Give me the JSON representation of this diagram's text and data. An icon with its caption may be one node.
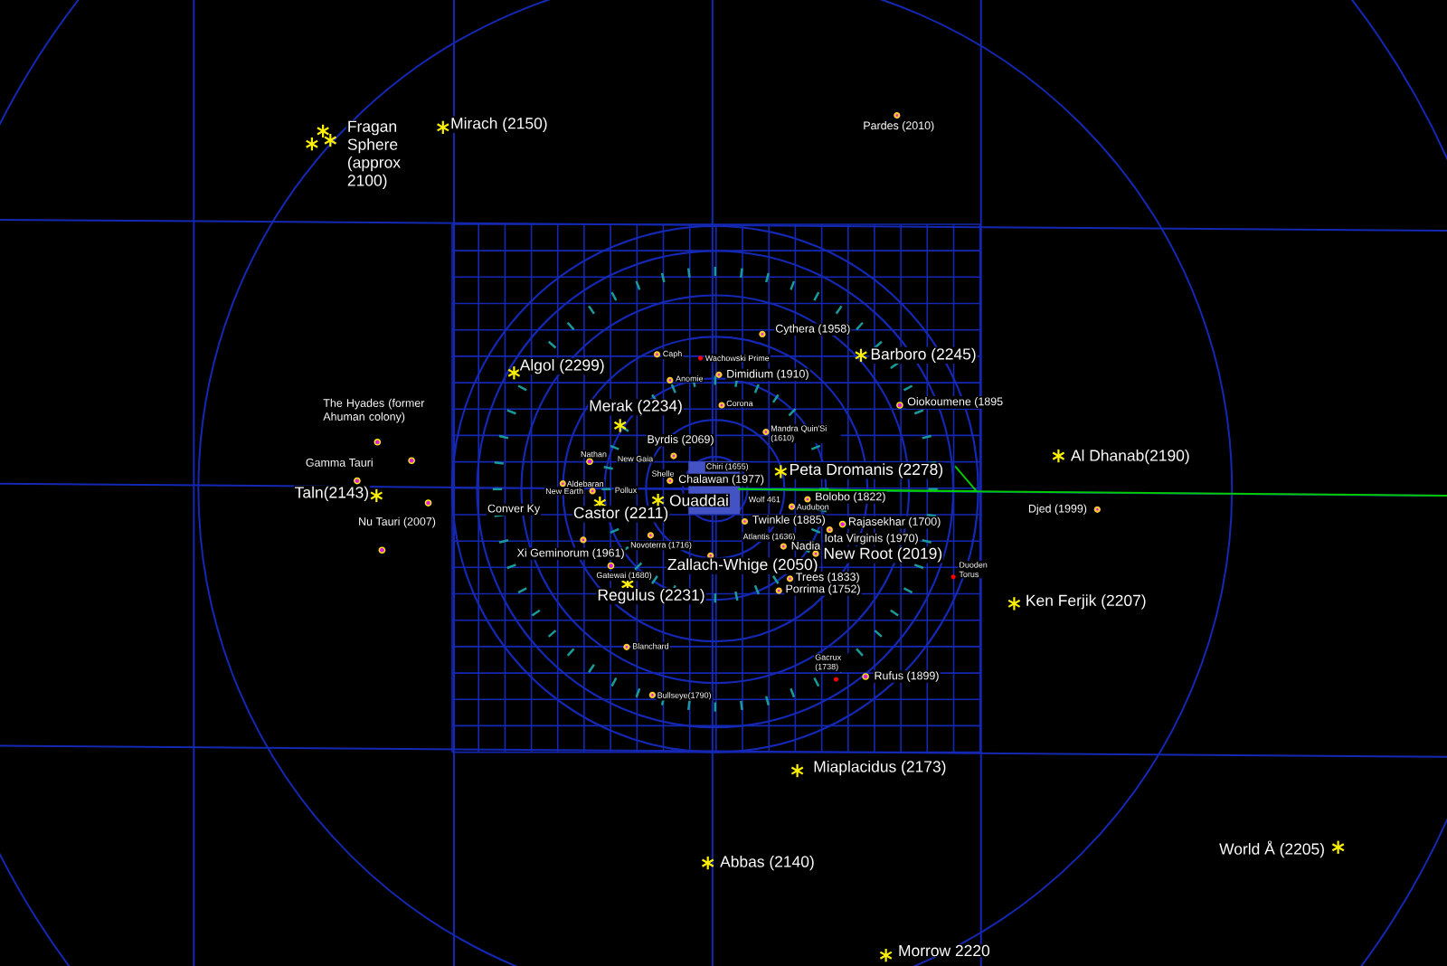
{
  "diagram": {
    "labels": [
      "Mirach (2150)",
      "Pardes (2010)",
      "Fragan Sphere (approx 2100)",
      "Cythera (1958)",
      "Barboro (2245)",
      "Caph",
      "Wachowski Prime",
      "Algol (2299)",
      "Dimidium (1910)",
      "Anomie",
      "The Hyades (former Ahuman colony)",
      "Oiokoumene (1895",
      "Corona",
      "Merak (2234)",
      "Mandra Quin'Si (1610)",
      "Byrdis (2069)",
      "Nathan",
      "New Gaia",
      "Al Dhanab(2190)",
      "Gamma Tauri",
      "Chiri (1655)",
      "Peta Dromanis (2278)",
      "Shelle",
      "Chalawan (1977)",
      "Aldebaran",
      "New Earth",
      "Pollux",
      "Taln(2143)",
      "Ouaddai",
      "Wolf 461",
      "Bolobo (1822)",
      "Djed (1999)",
      "Audubon",
      "Conver Ky",
      "Castor (2211)",
      "Nu Tauri (2007)",
      "Twinkle (1885)",
      "Rajasekhar (1700)",
      "Atlantis (1636)",
      "Iota Virginis (1970)",
      "Novoterra (1716)",
      "Nadia",
      "Xi Geminorum (1961)",
      "New Root (2019)",
      "Zallach-Whige (2050)",
      "Duoden Torus",
      "Gatewai (1680)",
      "Trees (1833)",
      "Porrima (1752)",
      "Regulus (2231)",
      "Ken Ferjik (2207)",
      "Blanchard",
      "Gacrux (1738)",
      "Rufus (1899)",
      "Bullseye(1790)",
      "Miaplacidus (2173)",
      "World Å (2205)",
      "Abbas (2140)",
      "Morrow 2220"
    ]
  }
}
